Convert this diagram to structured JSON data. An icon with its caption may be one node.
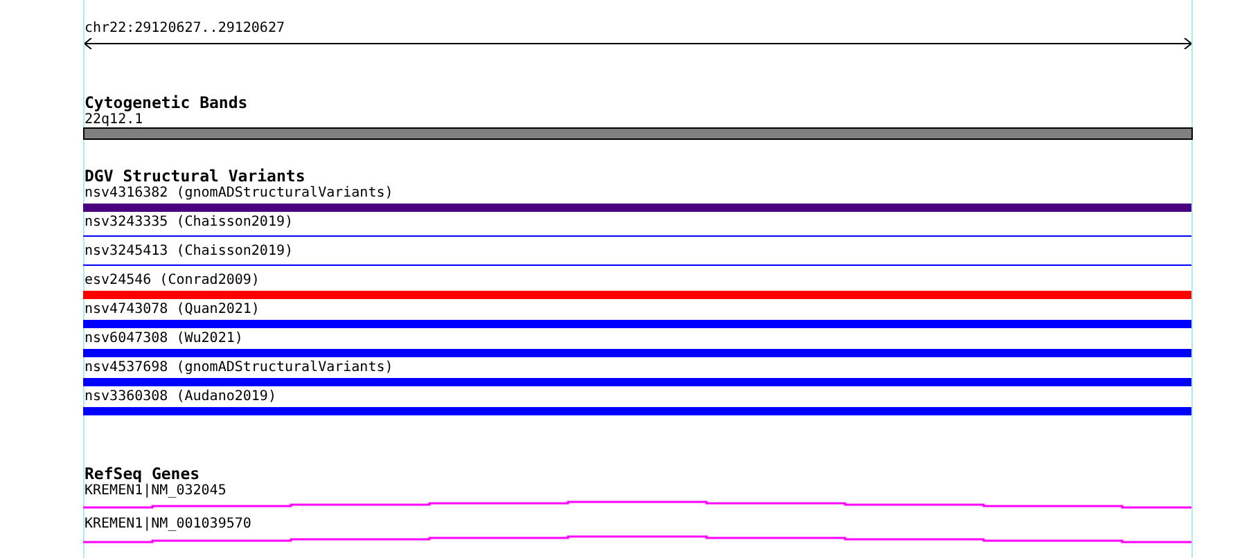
{
  "diagram": {
    "labels": [
      "chr22:29120627..29120627",
      "Cytogenetic Bands",
      "22q12.1",
      "DGV Structural Variants",
      "nsv4316382 (gnomADStructuralVariants)",
      "nsv3243335 (Chaisson2019)",
      "nsv3245413 (Chaisson2019)",
      "esv24546 (Conrad2009)",
      "nsv4743078 (Quan2021)",
      "nsv6047308 (Wu2021)",
      "nsv4537698 (gnomADStructuralVariants)",
      "nsv3360308 (Audano2019)",
      "RefSeq Genes",
      "KREMEN1|NM_032045",
      "KREMEN1|NM_001039570"
    ]
  }
}
